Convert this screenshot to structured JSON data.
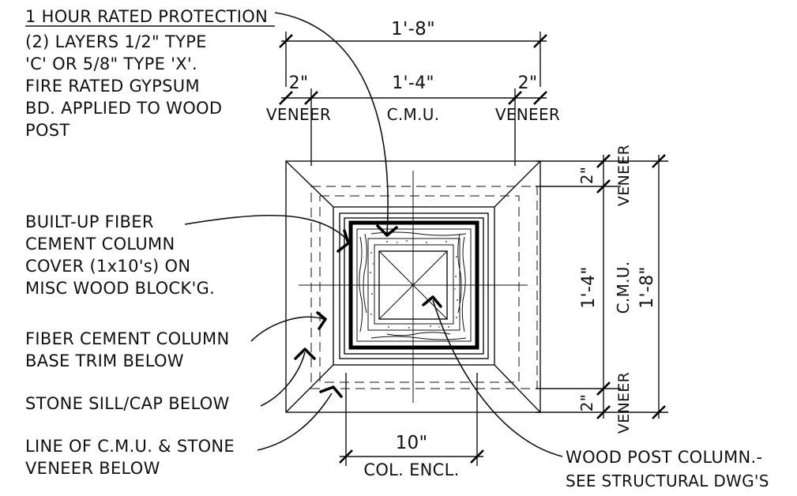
{
  "notes": {
    "fire_protection": {
      "title": "1 HOUR RATED PROTECTION",
      "lines": [
        "(2) LAYERS 1/2\" TYPE",
        "'C' OR 5/8\" TYPE 'X'.",
        "FIRE RATED GYPSUM",
        "BD. APPLIED TO WOOD",
        "POST"
      ]
    },
    "column_cover": {
      "lines": [
        "BUILT-UP FIBER",
        "CEMENT COLUMN",
        "COVER (1x10's) ON",
        "MISC WOOD BLOCK'G."
      ]
    },
    "base_trim": {
      "lines": [
        "FIBER CEMENT COLUMN",
        "BASE TRIM BELOW"
      ]
    },
    "stone_sill": {
      "lines": [
        "STONE SILL/CAP BELOW"
      ]
    },
    "cmu_line": {
      "lines": [
        "LINE OF C.M.U. & STONE",
        "VENEER BELOW"
      ]
    },
    "wood_post": {
      "lines": [
        "WOOD POST COLUMN.-",
        "SEE STRUCTURAL DWG'S"
      ]
    }
  },
  "dimensions": {
    "top_overall": "1'-8\"",
    "top_cmu": "1'-4\"",
    "top_veneer_left": "2\"",
    "top_veneer_right": "2\"",
    "label_veneer_left": "VENEER",
    "label_cmu": "C.M.U.",
    "label_veneer_right": "VENEER",
    "right_veneer_top": "2\"",
    "right_veneer_top_label": "VENEER",
    "right_cmu": "1'-4\"",
    "right_cmu_label": "C.M.U.",
    "right_overall": "1'-8\"",
    "right_veneer_bottom": "2\"",
    "right_veneer_bottom_label": "VENEER",
    "bottom_col_encl": "10\"",
    "bottom_col_encl_label": "COL. ENCL."
  }
}
